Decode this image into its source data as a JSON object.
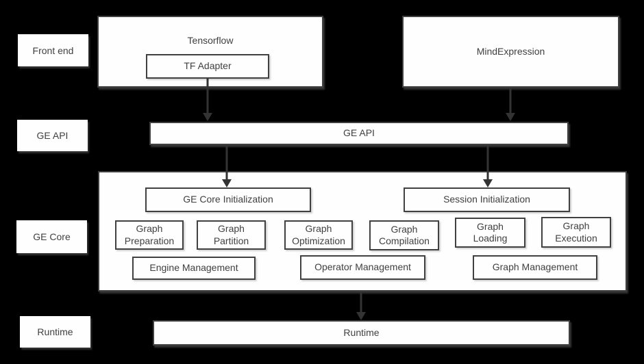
{
  "theme": {
    "background": "#000000",
    "box_fill": "#fefefe",
    "border_color": "#404040",
    "text_color": "#404040",
    "arrow_color": "#333333"
  },
  "side_labels": {
    "front_end": "Front end",
    "ge_api": "GE API",
    "ge_core": "GE Core",
    "runtime": "Runtime"
  },
  "front_end": {
    "tensorflow_title": "Tensorflow",
    "tf_adapter": "TF Adapter",
    "mind_expression": "MindExpression"
  },
  "ge_api_bar": {
    "label": "GE API"
  },
  "ge_core": {
    "init_left": "GE Core Initialization",
    "init_right": "Session Initialization",
    "stages": [
      {
        "label": "Graph Preparation"
      },
      {
        "label": "Graph Partition"
      },
      {
        "label": "Graph Optimization"
      },
      {
        "label": "Graph Compilation"
      },
      {
        "label": "Graph Loading"
      },
      {
        "label": "Graph Execution"
      }
    ],
    "management": [
      {
        "label": "Engine Management"
      },
      {
        "label": "Operator Management"
      },
      {
        "label": "Graph Management"
      }
    ]
  },
  "runtime_bar": {
    "label": "Runtime"
  }
}
